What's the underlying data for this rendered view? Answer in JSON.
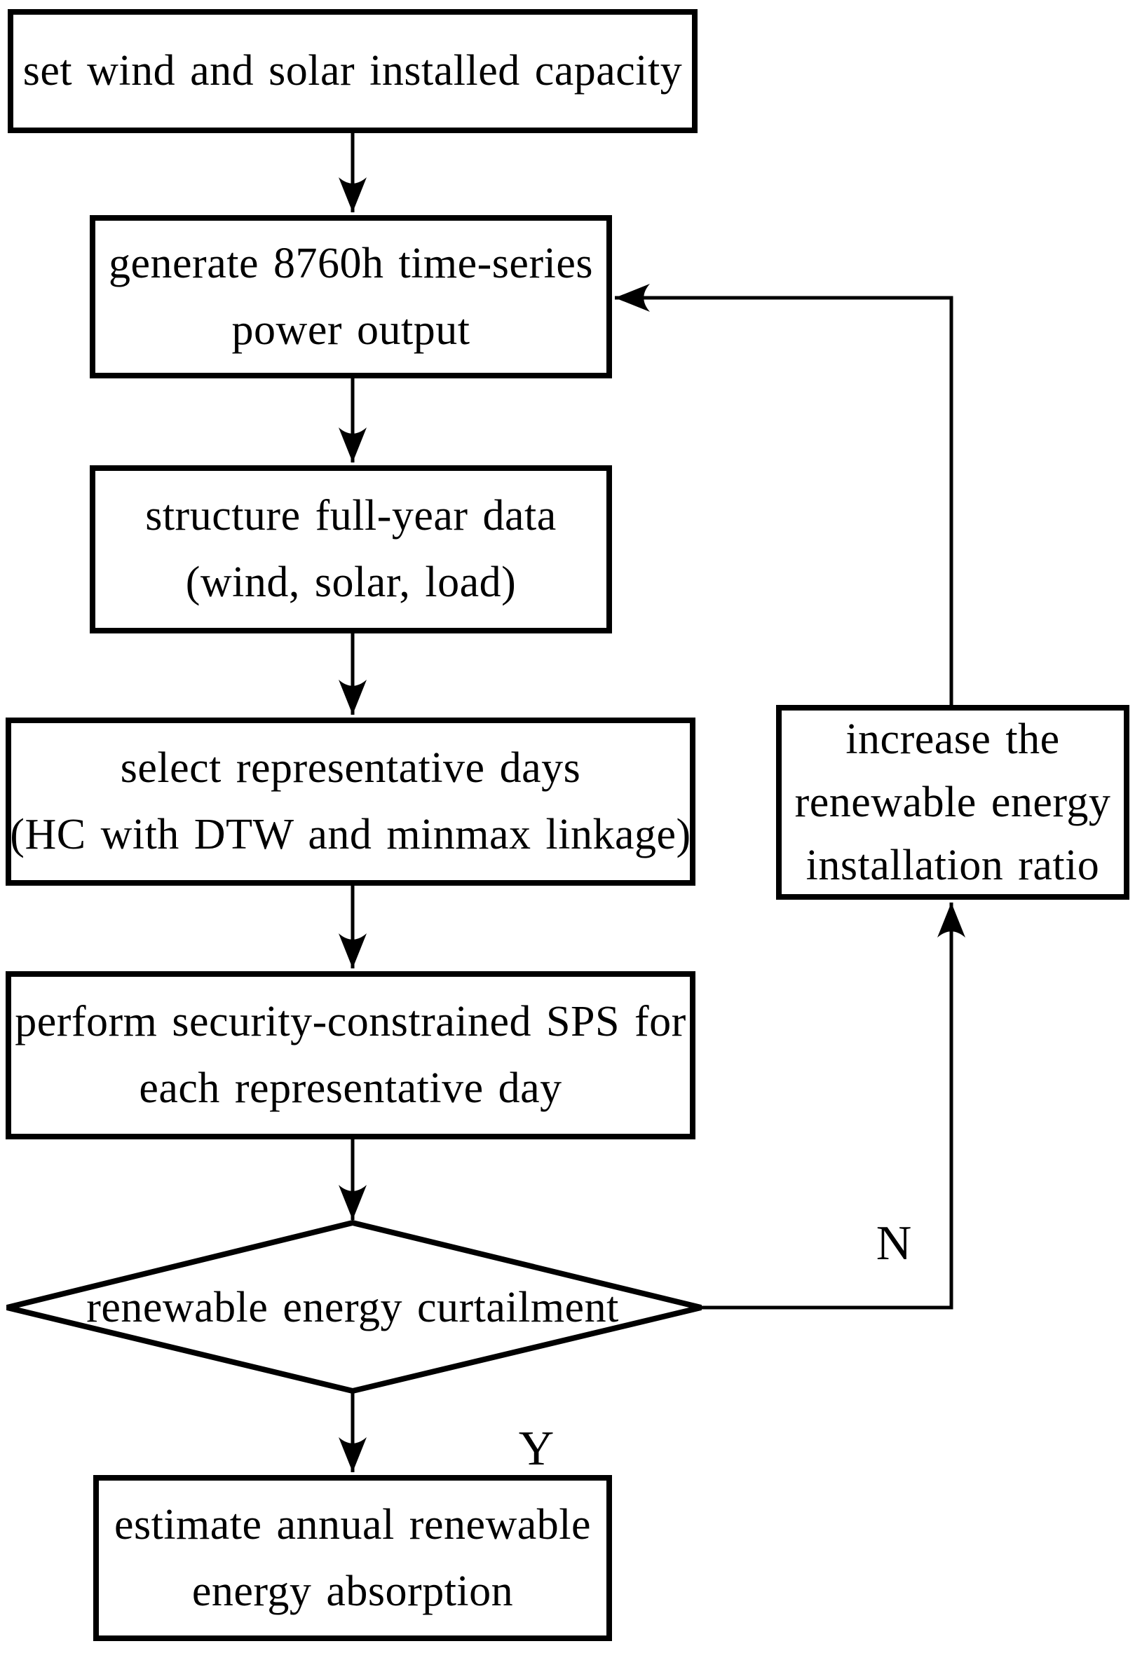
{
  "diagram": {
    "type": "flowchart",
    "colors": {
      "background": "#ffffff",
      "stroke": "#000000"
    }
  },
  "nodes": {
    "set_capacity": {
      "shape": "rect",
      "lines": [
        "set wind and solar installed capacity"
      ]
    },
    "generate_output": {
      "shape": "rect",
      "lines": [
        "generate 8760h time-series",
        "power output"
      ]
    },
    "structure_data": {
      "shape": "rect",
      "lines": [
        "structure full-year data",
        "(wind, solar, load)"
      ]
    },
    "select_days": {
      "shape": "rect",
      "lines": [
        "select representative days",
        "(HC with DTW and minmax linkage)"
      ]
    },
    "perform_sps": {
      "shape": "rect",
      "lines": [
        "perform security-constrained SPS for",
        "each representative day"
      ]
    },
    "curtailment_decision": {
      "shape": "diamond",
      "lines": [
        "renewable energy curtailment"
      ]
    },
    "estimate_absorption": {
      "shape": "rect",
      "lines": [
        "estimate annual renewable",
        "energy absorption"
      ]
    },
    "increase_ratio": {
      "shape": "rect",
      "lines": [
        "increase the",
        "renewable energy",
        "installation ratio"
      ]
    }
  },
  "edge_labels": {
    "no": "N",
    "yes": "Y"
  }
}
